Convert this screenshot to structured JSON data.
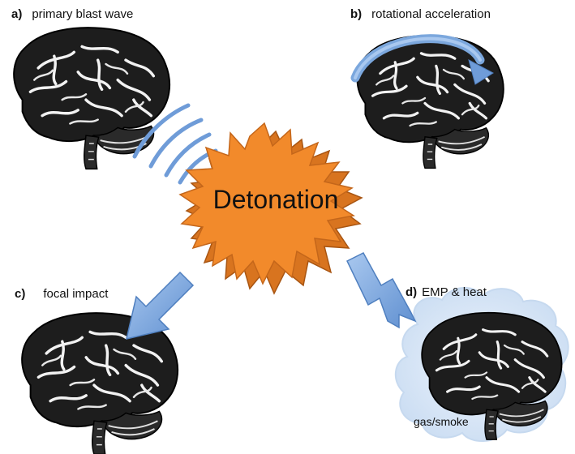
{
  "panels": [
    {
      "letter": "a)",
      "label": "primary blast wave"
    },
    {
      "letter": "b)",
      "label": "rotational acceleration"
    },
    {
      "letter": "c)",
      "label": "focal impact"
    },
    {
      "letter": "d)",
      "label": "EMP & heat"
    }
  ],
  "center_label": "Detonation",
  "cloud_label": "gas/smoke",
  "colors": {
    "explosion": "#f28a2b",
    "explosion_edge": "#c4661a",
    "arrow": "#7ba7dd",
    "arrow_edge": "#4f7fbf",
    "cloud": "#dbe8f7",
    "brain": "#1c1c1c"
  }
}
